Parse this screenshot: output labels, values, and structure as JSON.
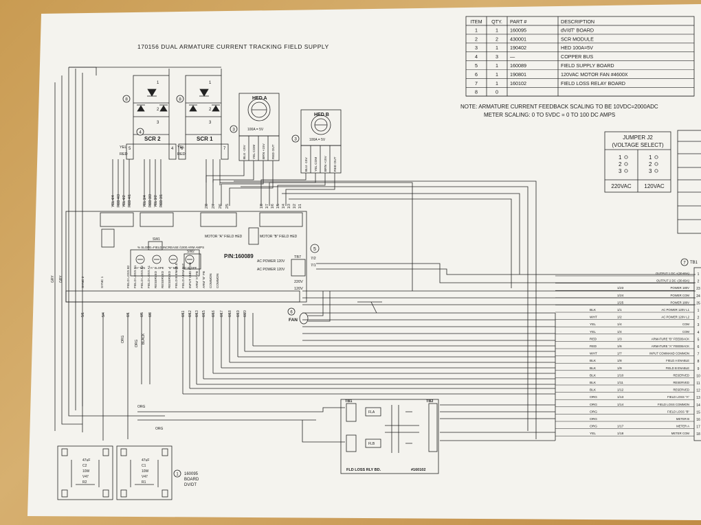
{
  "title": "170156 DUAL ARMATURE CURRENT TRACKING FIELD SUPPLY",
  "bom": {
    "headers": [
      "ITEM",
      "QTY.",
      "PART #",
      "DESCRIPTION"
    ],
    "rows": [
      [
        "1",
        "1",
        "160095",
        "dV/dT' BOARD"
      ],
      [
        "2",
        "2",
        "430001",
        "SCR MODULE"
      ],
      [
        "3",
        "1",
        "190402",
        "HED 100A=5V"
      ],
      [
        "4",
        "3",
        "—",
        "COPPER BUS"
      ],
      [
        "5",
        "1",
        "160089",
        "FIELD SUPPLY BOARD"
      ],
      [
        "6",
        "1",
        "190801",
        "120VAC MOTOR FAN #4600X"
      ],
      [
        "7",
        "1",
        "160102",
        "FIELD LOSS RELAY BOARD"
      ],
      [
        "8",
        "0",
        "",
        ""
      ]
    ]
  },
  "note": {
    "line1": "NOTE: ARMATURE CURRENT FEEDBACK SCALING TO BE 10VDC=2000ADC",
    "line2": "METER SCALING: 0 TO 5VDC = 0 TO 100 DC AMPS"
  },
  "jumper": {
    "title1": "JUMPER J2",
    "title2": "(VOLTAGE SELECT)",
    "left_label": "220VAC",
    "right_label": "120VAC",
    "pins": [
      "1",
      "2",
      "3"
    ]
  },
  "scr": {
    "scr2": "SCR 2",
    "scr1": "SCR 1",
    "pins": [
      "1",
      "2",
      "3",
      "4"
    ],
    "yel": "YEL",
    "red": "RED",
    "term5": "5",
    "term6": "6",
    "term4": "4",
    "term7": "7"
  },
  "hed": {
    "a_title": "HED A",
    "b_title": "HED B",
    "rating": "100A = 5V",
    "a_pins": [
      "BLU -15V",
      "YEL COM",
      "BRN +15V",
      "RED OUT"
    ],
    "b_pins": [
      "BLU -15V",
      "YEL COM",
      "BRN +15V",
      "RED OUT"
    ]
  },
  "board": {
    "pn": "P/N:160089",
    "tb4_labels": [
      "YEL 4/4",
      "RED 4/3",
      "YEL 4/2",
      "RED 4/1"
    ],
    "tb3_labels": [
      "YEL 3/4",
      "RED 3/3",
      "YEL 3/2",
      "RED 3/1"
    ],
    "tb2_top": [
      "2/8",
      "2/7",
      "2/6",
      "2/5"
    ],
    "tb1_top": [
      "1/8",
      "1/7",
      "1/6",
      "1/5",
      "1/4",
      "1/3",
      "1/2",
      "1/1"
    ],
    "motor_a": "MOTOR \"A\" FIELD HED",
    "motor_b": "MOTOR \"B\" FIELD HED",
    "tb7": "TB7",
    "tb7_wires": [
      "7/2",
      "7/1"
    ],
    "ac_power": "AC POWER 120V",
    "v220": "220V",
    "v120": "120V",
    "sw1": "SW1",
    "sw2": "SW2",
    "pot_caption": "% SLOPE=FIELD INCREASE /1000 ARM AMPS",
    "pot_labels": [
      "\"A\" MIN",
      "\"A\" SLOPE",
      "\"B\" MIN",
      "\"B\" SLOPE"
    ],
    "tb6_labels": [
      "FIELD LOSS B2",
      "FIELD LOSS B1",
      "FIELD LOSS A2",
      "FIELD LOSS A1",
      "RESERVED",
      "RESERVED",
      "RESERVED",
      "FIELD B ENABLE",
      "FIELD A ENABLE",
      "INPUT CMD COM",
      "ARM \"A\" FB",
      "ARM \"B\" FB",
      "COMMON",
      "COMMON"
    ],
    "sync": [
      "SYNC 2",
      "SYNC 1"
    ],
    "bottom_wires": [
      "5/1",
      "5/4",
      "6/1",
      "6/5",
      "6/8",
      "6/11",
      "6/12",
      "6/13",
      "6/15",
      "6/16",
      "6/17",
      "6/18",
      "6/19",
      "6/20"
    ],
    "circle5": "5"
  },
  "fan": {
    "label": "FAN",
    "num": "6"
  },
  "wires_left": [
    "ORG",
    "ORG",
    "BLACK",
    "ORG",
    "ORG",
    "GRY",
    "GRY"
  ],
  "tb1_outputs": [
    {
      "wire": "",
      "code": "",
      "desc": "OUTPUT 1 DC +(30-69A)",
      "term": "1"
    },
    {
      "wire": "",
      "code": "",
      "desc": "OUTPUT 2 DC -(30-69A)",
      "term": "2"
    },
    {
      "wire": "",
      "code": "1/23",
      "desc": "POWER 180V",
      "term": "23"
    },
    {
      "wire": "",
      "code": "1/24",
      "desc": "POWER COM",
      "term": "24"
    },
    {
      "wire": "",
      "code": "1/25",
      "desc": "POWER 180V",
      "term": "25"
    },
    {
      "wire": "BLK",
      "code": "1/1",
      "desc": "AC POWER 120V L1",
      "term": "1"
    },
    {
      "wire": "WHT",
      "code": "1/2",
      "desc": "AC POWER 120V L2",
      "term": "2"
    },
    {
      "wire": "YEL",
      "code": "1/4",
      "desc": "COM",
      "term": "3"
    },
    {
      "wire": "YEL",
      "code": "1/4",
      "desc": "COM",
      "term": "4"
    },
    {
      "wire": "RED",
      "code": "1/3",
      "desc": "ARMATURE \"B\" FEEDBACK",
      "term": "5"
    },
    {
      "wire": "RED",
      "code": "1/6",
      "desc": "ARMATURE \"A\" FEEDBACK",
      "term": "6"
    },
    {
      "wire": "WHT",
      "code": "1/7",
      "desc": "INPUT COMMAND COMMON",
      "term": "7"
    },
    {
      "wire": "BLK",
      "code": "1/8",
      "desc": "FIELD A ENABLE",
      "term": "8"
    },
    {
      "wire": "BLK",
      "code": "1/9",
      "desc": "FIELD B ENABLE",
      "term": "9"
    },
    {
      "wire": "BLK",
      "code": "1/10",
      "desc": "RESERVED",
      "term": "10"
    },
    {
      "wire": "BLK",
      "code": "1/11",
      "desc": "RESERVED",
      "term": "11"
    },
    {
      "wire": "BLK",
      "code": "1/12",
      "desc": "RESERVED",
      "term": "12"
    },
    {
      "wire": "ORG",
      "code": "1/13",
      "desc": "FIELD LOSS \"A\"",
      "term": "13"
    },
    {
      "wire": "ORG",
      "code": "1/14",
      "desc": "FIELD LOSS COMMON",
      "term": "14"
    },
    {
      "wire": "ORG",
      "code": "",
      "desc": "FIELD LOSS \"B\"",
      "term": "15"
    },
    {
      "wire": "ORG",
      "code": "",
      "desc": "METER B",
      "term": "16"
    },
    {
      "wire": "ORG",
      "code": "1/17",
      "desc": "METER A",
      "term": "17"
    },
    {
      "wire": "YEL",
      "code": "1/18",
      "desc": "METER COM",
      "term": "18"
    }
  ],
  "tb1_label": "TB1",
  "tb1_circle": "7",
  "relay": {
    "tb1": "TB1",
    "tb2": "TB2",
    "fla": "FLA",
    "flb": "FLB",
    "caption": "FLD LOSS RLY BD.",
    "pn": "#160102"
  },
  "dvdt": {
    "circle": "1",
    "pn": "160095",
    "line2": "BOARD",
    "line3": "DV/DT",
    "values": [
      "47uF",
      "C2",
      "10W",
      "V47",
      "R2",
      "47uF",
      "C1",
      "10W",
      "V47",
      "R1"
    ]
  },
  "callouts": [
    "8",
    "8",
    "4",
    "3",
    "3"
  ]
}
